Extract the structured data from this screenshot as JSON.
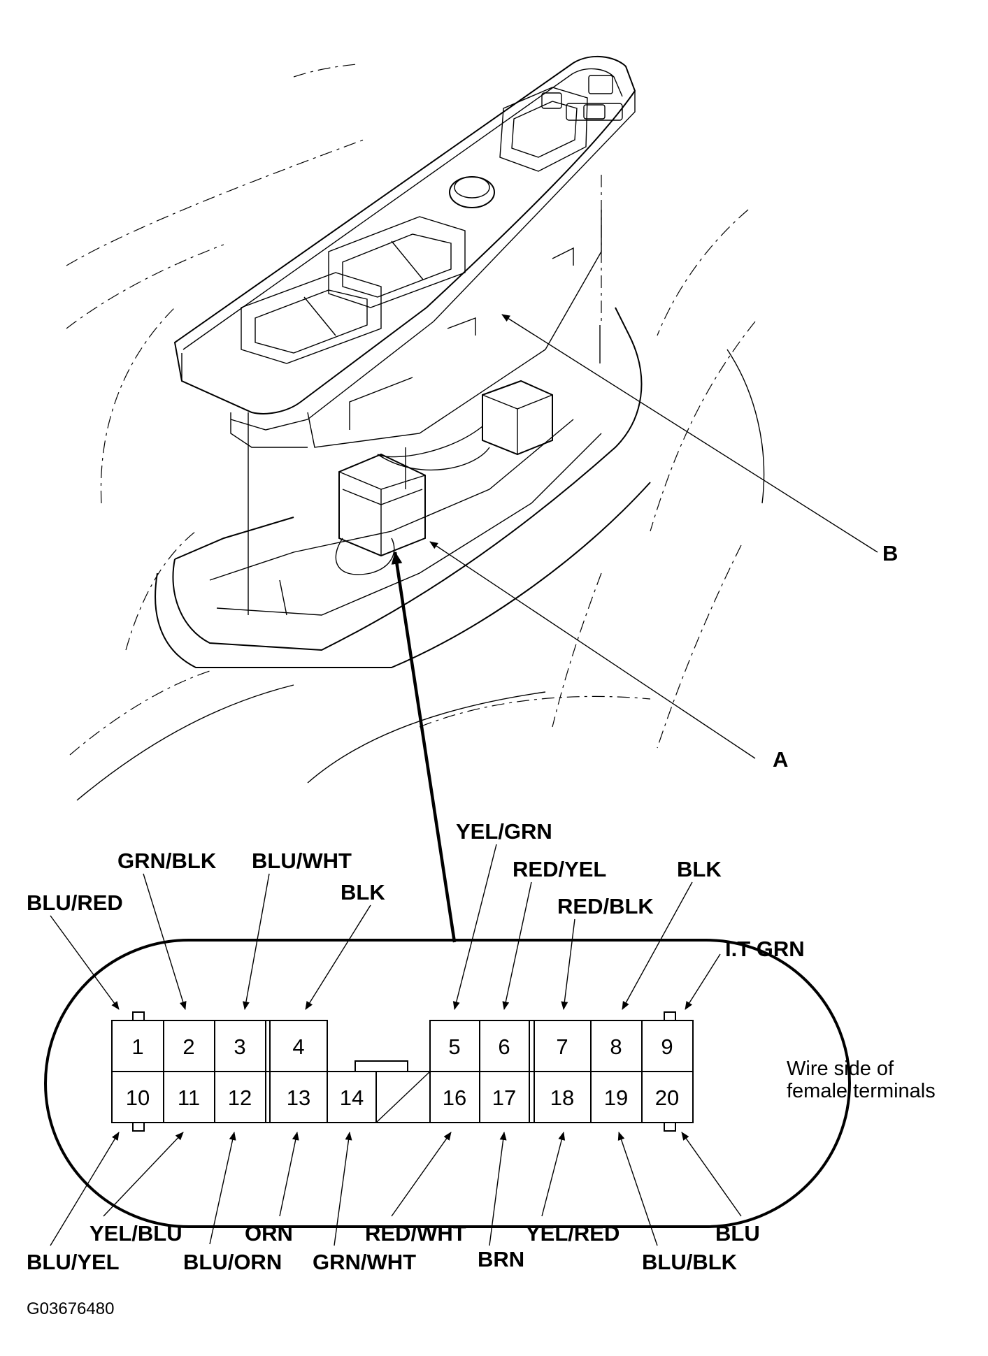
{
  "callouts": {
    "a": "A",
    "b": "B"
  },
  "connector": {
    "top_pins": [
      "1",
      "2",
      "3",
      "4",
      "5",
      "6",
      "7",
      "8",
      "9"
    ],
    "bottom_pins": [
      "10",
      "11",
      "12",
      "13",
      "14",
      "16",
      "17",
      "18",
      "19",
      "20"
    ],
    "note_line1": "Wire side of",
    "note_line2": "female terminals"
  },
  "wires_top": {
    "p1": "BLU/RED",
    "p2": "GRN/BLK",
    "p3": "BLU/WHT",
    "p4": "BLK",
    "p5": "YEL/GRN",
    "p6": "RED/YEL",
    "p7": "RED/BLK",
    "p8": "BLK",
    "p9": "I.T GRN"
  },
  "wires_bottom": {
    "p10": "BLU/YEL",
    "p11": "YEL/BLU",
    "p12": "BLU/ORN",
    "p13": "ORN",
    "p14": "GRN/WHT",
    "p16": "RED/WHT",
    "p17": "BRN",
    "p18": "YEL/RED",
    "p19": "BLU/BLK",
    "p20": "BLU"
  },
  "figure_code": "G03676480"
}
